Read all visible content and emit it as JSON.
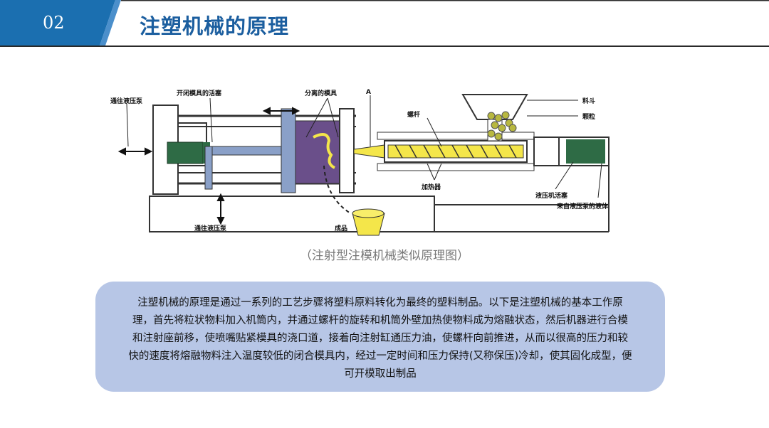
{
  "header": {
    "slide_number": "02",
    "title": "注塑机械的原理"
  },
  "diagram": {
    "labels": {
      "pump_left_top": "通往液压泵",
      "mold_piston": "开闭模具的活塞",
      "separated_mold": "分离的模具",
      "point_a": "A",
      "hopper": "料斗",
      "granules": "颗粒",
      "screw": "螺杆",
      "heater": "加热器",
      "hydraulic_piston": "液压机活塞",
      "fluid_from_pump": "来自液压泵的液体",
      "pump_left_bottom": "通往液压泵",
      "product": "成品"
    }
  },
  "caption": "（注射型注模机械类似原理图）",
  "description": "注塑机械的原理是通过一系列的工艺步骤将塑料原料转化为最终的塑料制品。以下是注塑机械的基本工作原理，首先将粒状物料加入机筒内，并通过螺杆的旋转和机筒外壁加热使物料成为熔融状态，然后机器进行合模和注射座前移，使喷嘴贴紧模具的浇口道，接着向注射缸通压力油，使螺杆向前推进，从而以很高的压力和较快的速度将熔融物料注入温度较低的闭合模具内，经过一定时间和压力保持(又称保压)冷却，使其固化成型，便可开模取出制品",
  "colors": {
    "header_blue": "#1b6fb0",
    "title_blue": "#1b5e9f",
    "box_bg": "#b7c6e6",
    "mold_purple": "#6a4f8a",
    "piston_green": "#2e6b45",
    "product_yellow": "#f4e64a"
  }
}
